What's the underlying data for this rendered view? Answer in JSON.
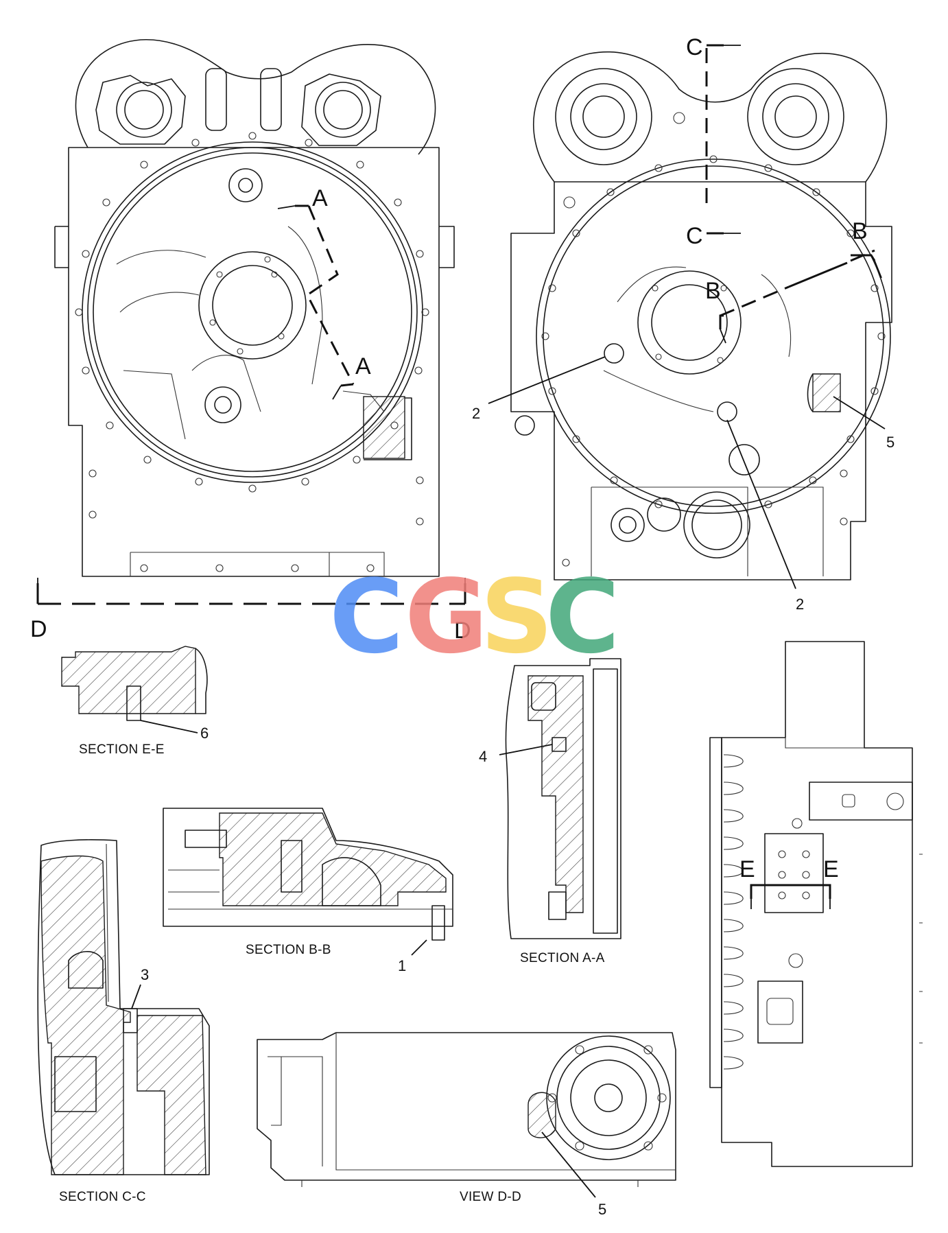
{
  "callouts": {
    "c1": "1",
    "c2a": "2",
    "c2b": "2",
    "c3": "3",
    "c4": "4",
    "c5a": "5",
    "c5b": "5",
    "c6": "6"
  },
  "section_labels": {
    "ee": "SECTION E-E",
    "bb": "SECTION B-B",
    "aa": "SECTION A-A",
    "cc": "SECTION C-C",
    "dd": "VIEW D-D"
  },
  "cutting_planes": {
    "a_top": "A",
    "a_bottom": "A",
    "b_top": "B",
    "b_bottom": "B",
    "c_top": "C",
    "c_bottom": "C",
    "d_left": "D",
    "d_right": "D",
    "e_left": "E",
    "e_right": "E"
  },
  "watermark": {
    "letters": [
      "C",
      "G",
      "S",
      "C"
    ],
    "colors": [
      "#4f8df5",
      "#f07e78",
      "#f9d35a",
      "#43a87a"
    ]
  }
}
